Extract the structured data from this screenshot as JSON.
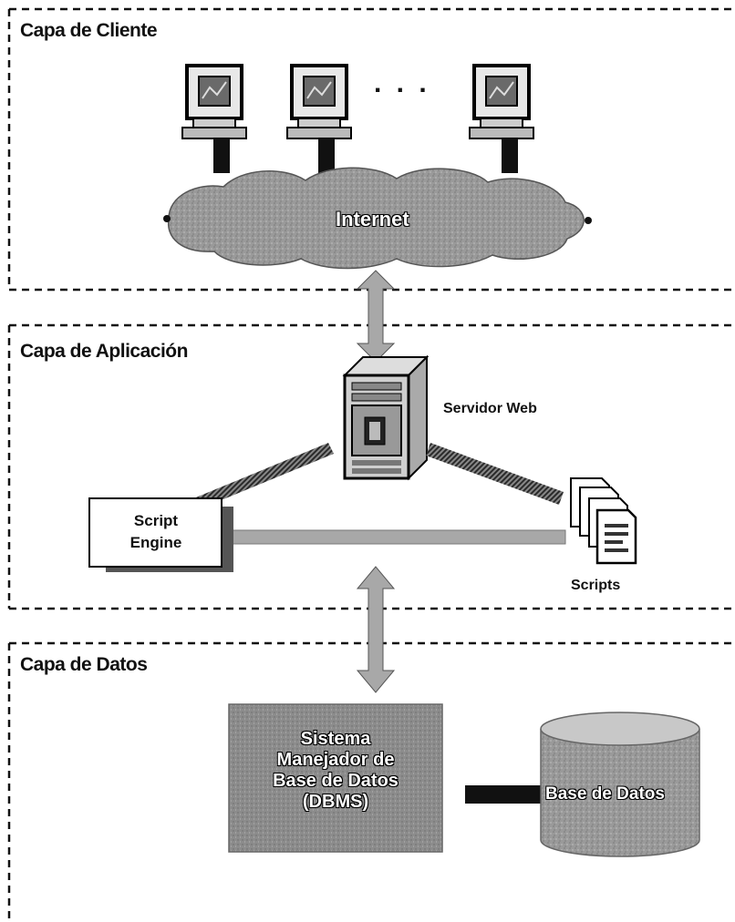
{
  "layers": {
    "client": {
      "title": "Capa de Cliente"
    },
    "application": {
      "title": "Capa de Aplicación"
    },
    "data": {
      "title": "Capa de Datos"
    }
  },
  "client": {
    "cloud_label": "Internet",
    "ellipsis": ". . ."
  },
  "application": {
    "server_label": "Servidor Web",
    "engine_label_line1": "Script",
    "engine_label_line2": "Engine",
    "scripts_label": "Scripts"
  },
  "data": {
    "dbms_line1": "Sistema",
    "dbms_line2": "Manejador de",
    "dbms_line3": "Base de Datos",
    "dbms_line4": "(DBMS)",
    "database_label": "Base de Datos"
  },
  "colors": {
    "dashed_border": "#111111",
    "arrow_gray": "#a8a8a8",
    "cloud_gray": "#9c9c9c",
    "dbms_gray": "#8f8f8f",
    "db_gray": "#b0b0b0"
  }
}
